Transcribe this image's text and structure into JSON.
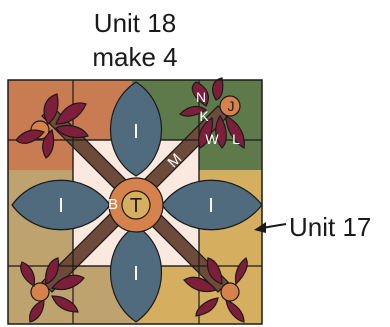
{
  "captions": {
    "line1": "Unit 18",
    "line2": "make 4"
  },
  "callout": {
    "label": "Unit 17"
  },
  "piece_labels": {
    "petal": "I",
    "center": "T",
    "ring": "B",
    "stem": "M",
    "leaf_top": "N",
    "leaf_mid": "K",
    "berry": "J",
    "leaf_w": "W",
    "leaf_l": "L"
  },
  "colors": {
    "rust": "#c97b52",
    "green": "#5e7a4a",
    "tan": "#bfa36f",
    "gold": "#d5ae5f",
    "petal": "#4f6b7d",
    "center_cream": "#fbe9df",
    "stem": "#6e4a3a",
    "maroon": "#7d1f3a",
    "orange_ring": "#d6824c",
    "outline": "#1a1a1a"
  }
}
